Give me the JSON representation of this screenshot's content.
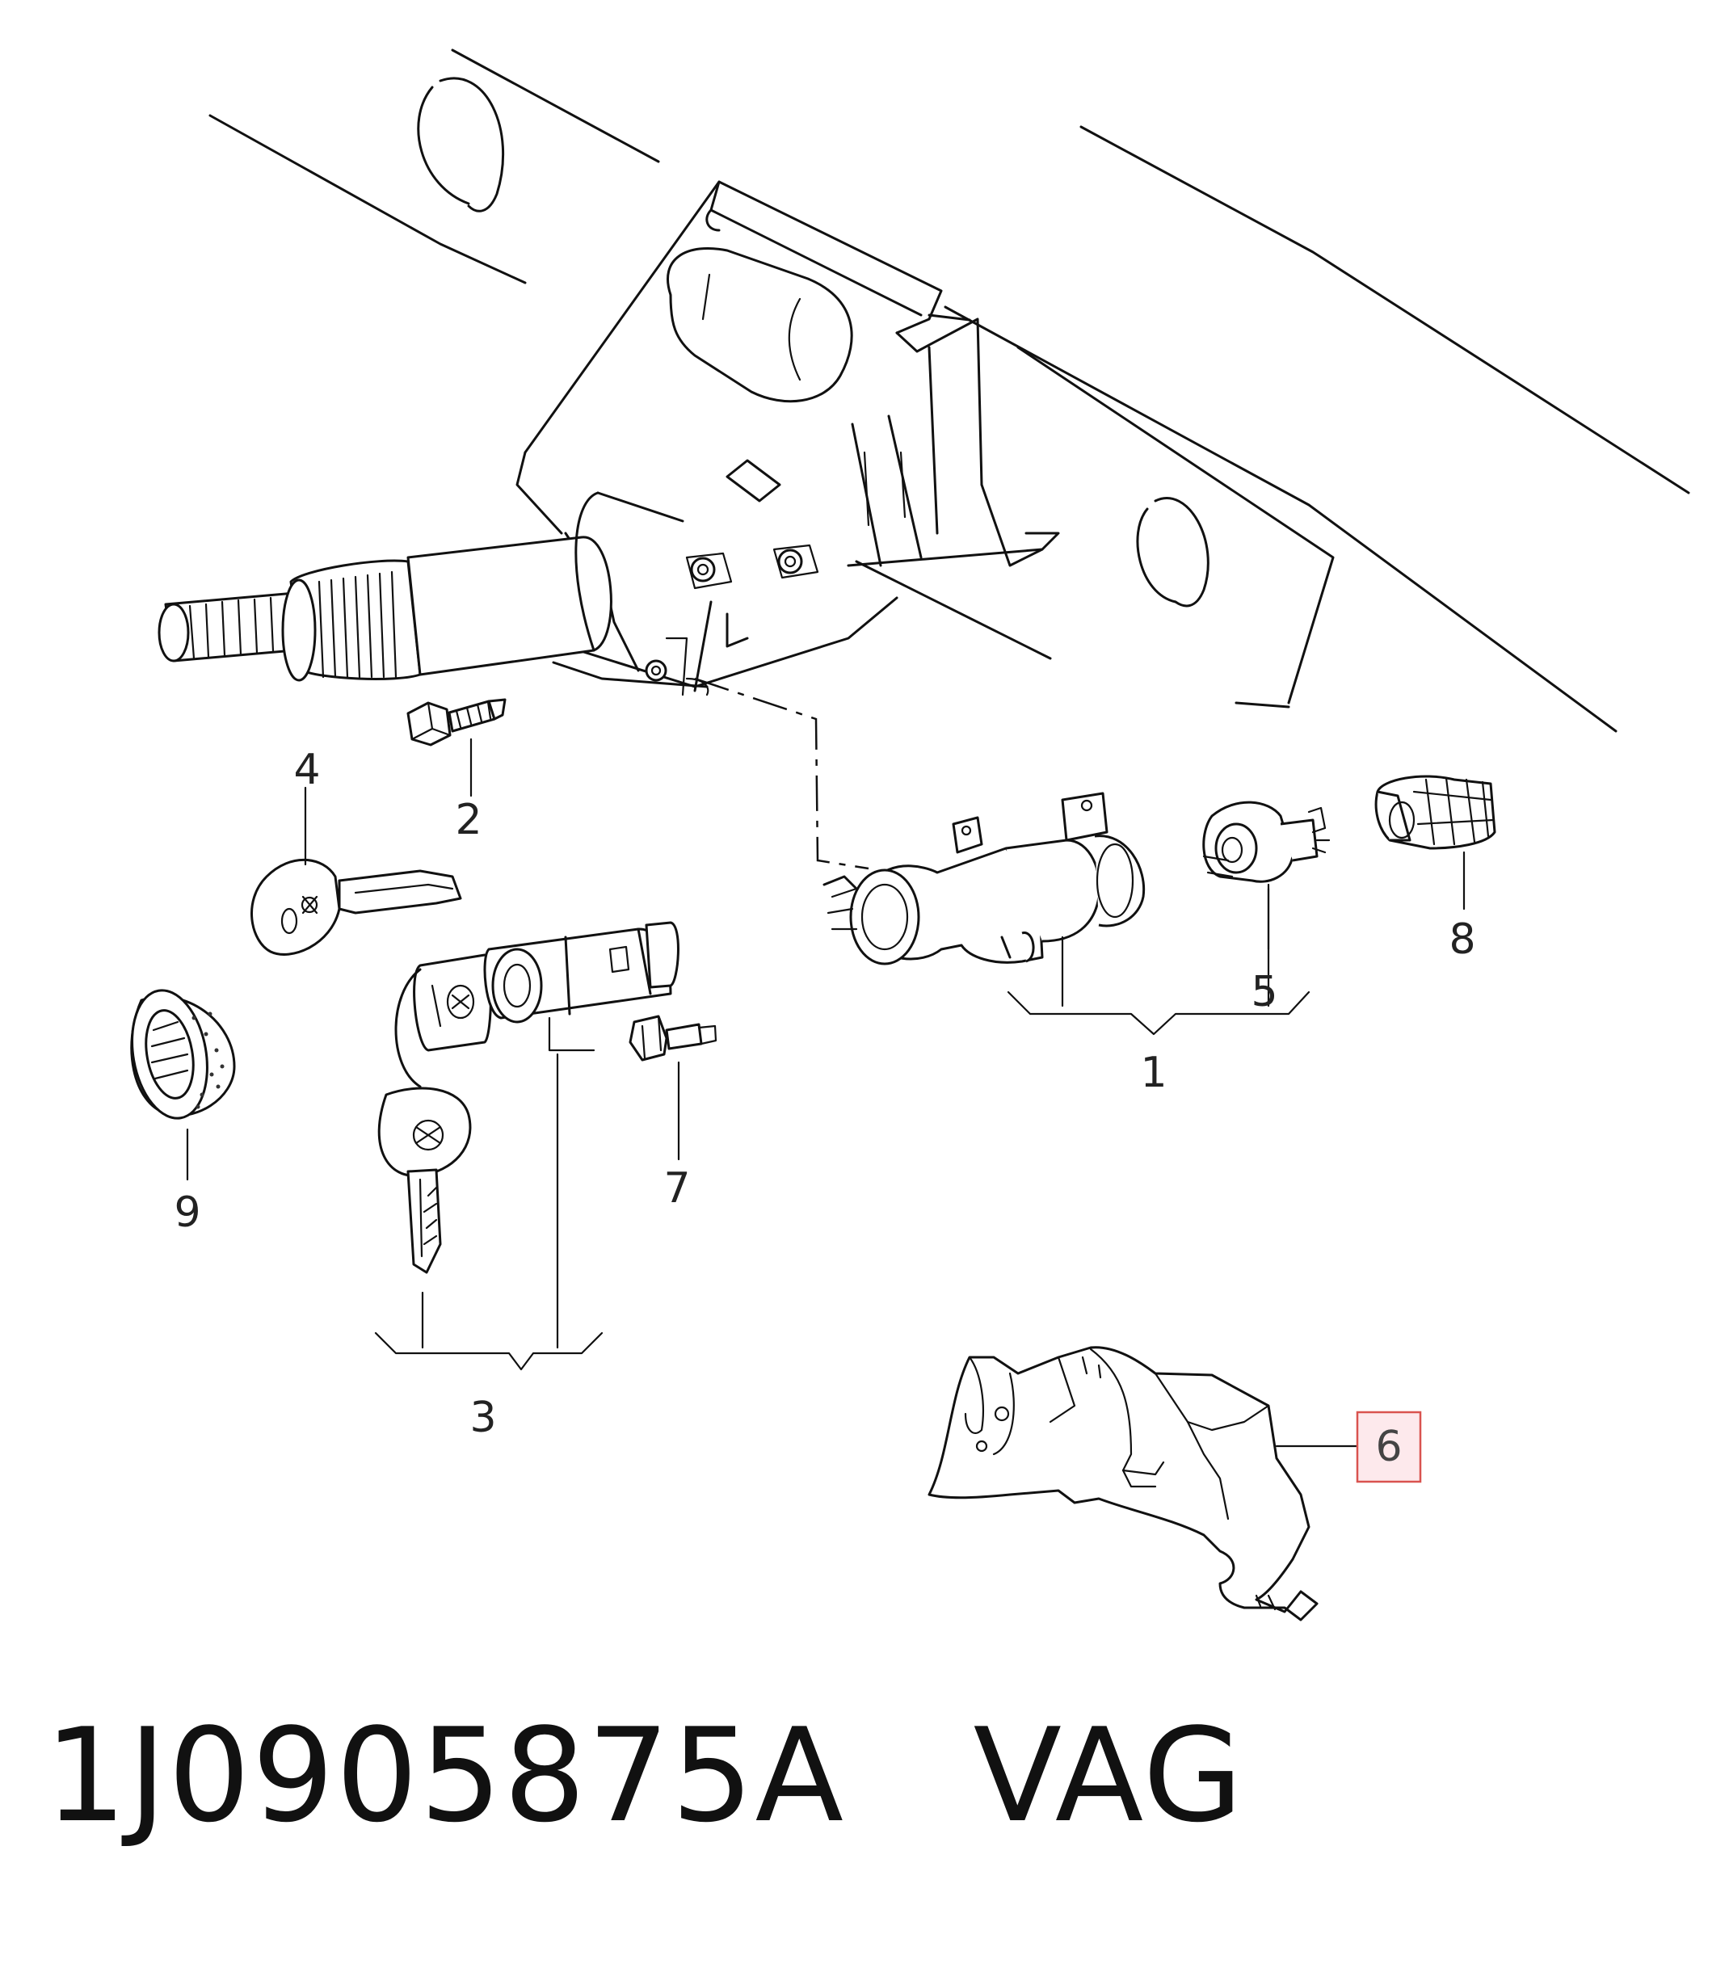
{
  "diagram": {
    "callouts": [
      "1",
      "2",
      "3",
      "4",
      "5",
      "6",
      "7",
      "8",
      "9"
    ],
    "highlighted_callout": "6",
    "highlight_color": "#d9534f",
    "highlight_fill": "#fde9ec"
  },
  "footer": {
    "part_number": "1J0905875A",
    "brand": "VAG"
  }
}
